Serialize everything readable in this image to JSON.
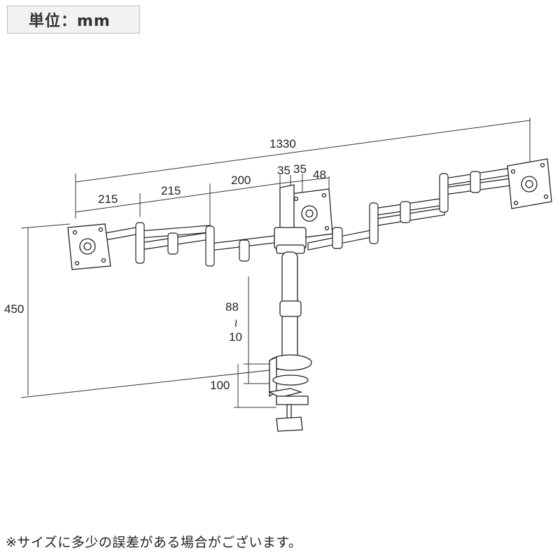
{
  "header": {
    "unit_label": "単位：mm"
  },
  "dimensions": {
    "total_width": "1330",
    "arm_seg_1": "215",
    "arm_seg_2": "215",
    "arm_seg_3": "200",
    "center_35a": "35",
    "center_35b": "35",
    "center_48": "48",
    "height": "450",
    "clamp_range_top": "88",
    "clamp_range_sep": "~",
    "clamp_range_bottom": "10",
    "clamp_depth": "100"
  },
  "footer": {
    "note": "※サイズに多少の誤差がある場合がございます。"
  }
}
